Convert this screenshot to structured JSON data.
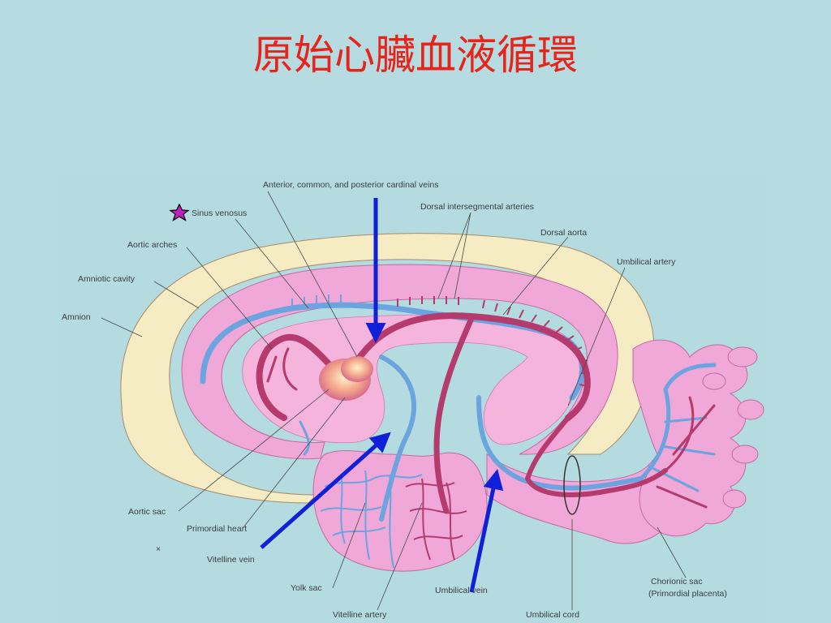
{
  "title": "原始心臟血液循環",
  "labels": {
    "cardinal_veins": "Anterior, common, and posterior cardinal veins",
    "sinus_venosus": "Sinus venosus",
    "dorsal_intersegmental": "Dorsal intersegmental arteries",
    "dorsal_aorta": "Dorsal aorta",
    "aortic_arches": "Aortic arches",
    "umbilical_artery": "Umbilical artery",
    "amniotic_cavity": "Amniotic cavity",
    "amnion": "Amnion",
    "aortic_sac": "Aortic sac",
    "primordial_heart": "Primordial heart",
    "vitelline_vein": "Vitelline vein",
    "yolk_sac": "Yolk sac",
    "vitelline_artery": "Vitelline artery",
    "umbilical_vein": "Umbilical vein",
    "umbilical_cord": "Umbilical cord",
    "chorionic_sac": "Chorionic sac",
    "primordial_placenta": "(Primordial placenta)"
  },
  "marks": {
    "small_mark": "×"
  },
  "colors": {
    "background": "#b6dce2",
    "title": "#e8231a",
    "amnion_cream": "#f6ecc4",
    "embryo_pink": "#f0a8d8",
    "vein_blue": "#6ba4de",
    "artery_red": "#b53a6d",
    "pointer_arrow": "#1020d8",
    "star": "#c020c0"
  }
}
